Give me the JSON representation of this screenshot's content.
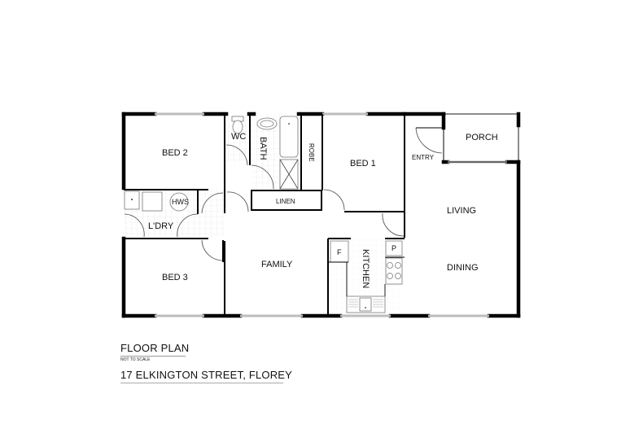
{
  "plan": {
    "title": "FLOOR PLAN",
    "scale_note": "NOT TO SCALE",
    "address": "17 ELKINGTON STREET, FLOREY"
  },
  "rooms": {
    "bed2": "BED 2",
    "wc": "WC",
    "bath": "BATH",
    "robe": "ROBE",
    "bed1": "BED 1",
    "entry": "ENTRY",
    "porch": "PORCH",
    "linen": "LINEN",
    "hws": "HWS",
    "laundry": "L'DRY",
    "living": "LIVING",
    "family": "FAMILY",
    "kitchen": "KITCHEN",
    "dining": "DINING",
    "bed3": "BED 3",
    "fridge": "F",
    "pantry": "P"
  }
}
